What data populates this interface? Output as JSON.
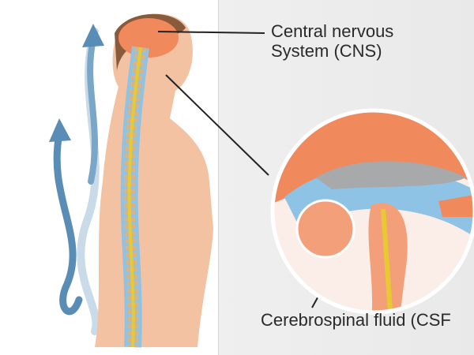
{
  "labels": {
    "cns_line1": "Central nervous",
    "cns_line2": "System (CNS)",
    "csf": "Cerebrospinal fluid (CSF"
  },
  "colors": {
    "arrow": "#5a8db5",
    "skin": "#f2c2a3",
    "brain": "#f08a5d",
    "csf_blue": "#8ec3e6",
    "spinal_cord": "#e8c932"
  }
}
